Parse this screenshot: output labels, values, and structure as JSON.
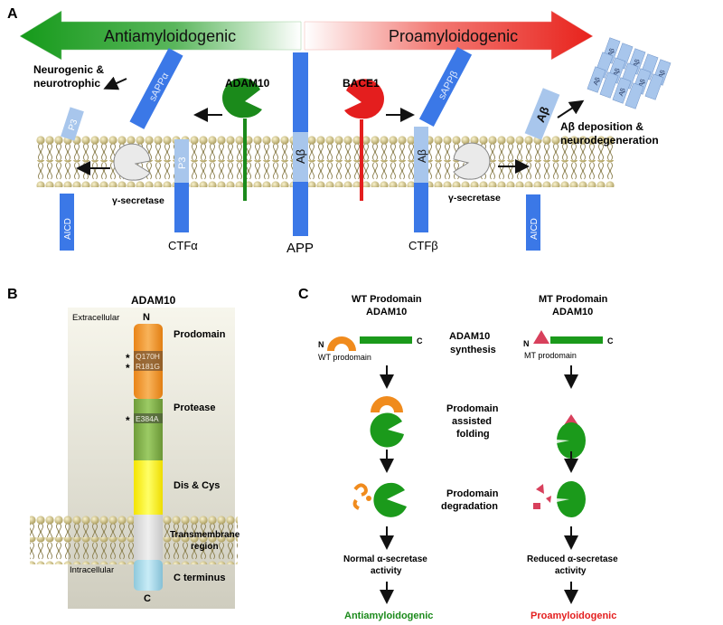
{
  "panelA": {
    "letter": "A",
    "anti_label": "Antiamyloidogenic",
    "pro_label": "Proamyloidogenic",
    "neurogenic_line1": "Neurogenic &",
    "neurogenic_line2": "neurotrophic",
    "adam10": "ADAM10",
    "bace1": "BACE1",
    "sappa": "sAPPα",
    "sappb": "sAPPβ",
    "p3_free": "P3",
    "p3_bound": "P3",
    "abeta_app": "Aβ",
    "abeta_ctfb": "Aβ",
    "abeta_free": "Aβ",
    "cluster_label": "Aβ",
    "deposition_line1": "Aβ deposition &",
    "deposition_line2": "neurodegeneration",
    "gamma_left": "γ-secretase",
    "gamma_right": "γ-secretase",
    "aicd_left": "AICD",
    "aicd_right": "AICD",
    "ctfa": "CTFα",
    "app": "APP",
    "ctfb": "CTFβ"
  },
  "panelB": {
    "letter": "B",
    "title": "ADAM10",
    "extracellular": "Extracellular",
    "intracellular": "Intracellular",
    "n_term": "N",
    "c_term": "C",
    "prodomain": "Prodomain",
    "protease": "Protease",
    "dis_cys": "Dis & Cys",
    "tm_line1": "Transmembrane",
    "tm_line2": "region",
    "c_terminus": "C terminus",
    "mut1": "Q170H",
    "mut2": "R181G",
    "mut3": "E384A",
    "star": "*"
  },
  "panelC": {
    "letter": "C",
    "wt_line1": "WT Prodomain",
    "wt_line2": "ADAM10",
    "mt_line1": "MT Prodomain",
    "mt_line2": "ADAM10",
    "n": "N",
    "c": "C",
    "wt_prodomain": "WT prodomain",
    "mt_prodomain": "MT prodomain",
    "synthesis_line1": "ADAM10",
    "synthesis_line2": "synthesis",
    "assisted_line1": "Prodomain",
    "assisted_line2": "assisted",
    "assisted_line3": "folding",
    "degradation_line1": "Prodomain",
    "degradation_line2": "degradation",
    "normal_line1": "Normal α-secretase",
    "normal_line2": "activity",
    "reduced_line1": "Reduced α-secretase",
    "reduced_line2": "activity",
    "anti_outcome": "Antiamyloidogenic",
    "pro_outcome": "Proamyloidogenic"
  },
  "colors": {
    "green": "#1b8a1b",
    "red": "#e41e1e",
    "blue": "#3b78e7",
    "light_blue": "#a8c6ec",
    "orange": "#f08b1d",
    "pink": "#d8405c"
  }
}
